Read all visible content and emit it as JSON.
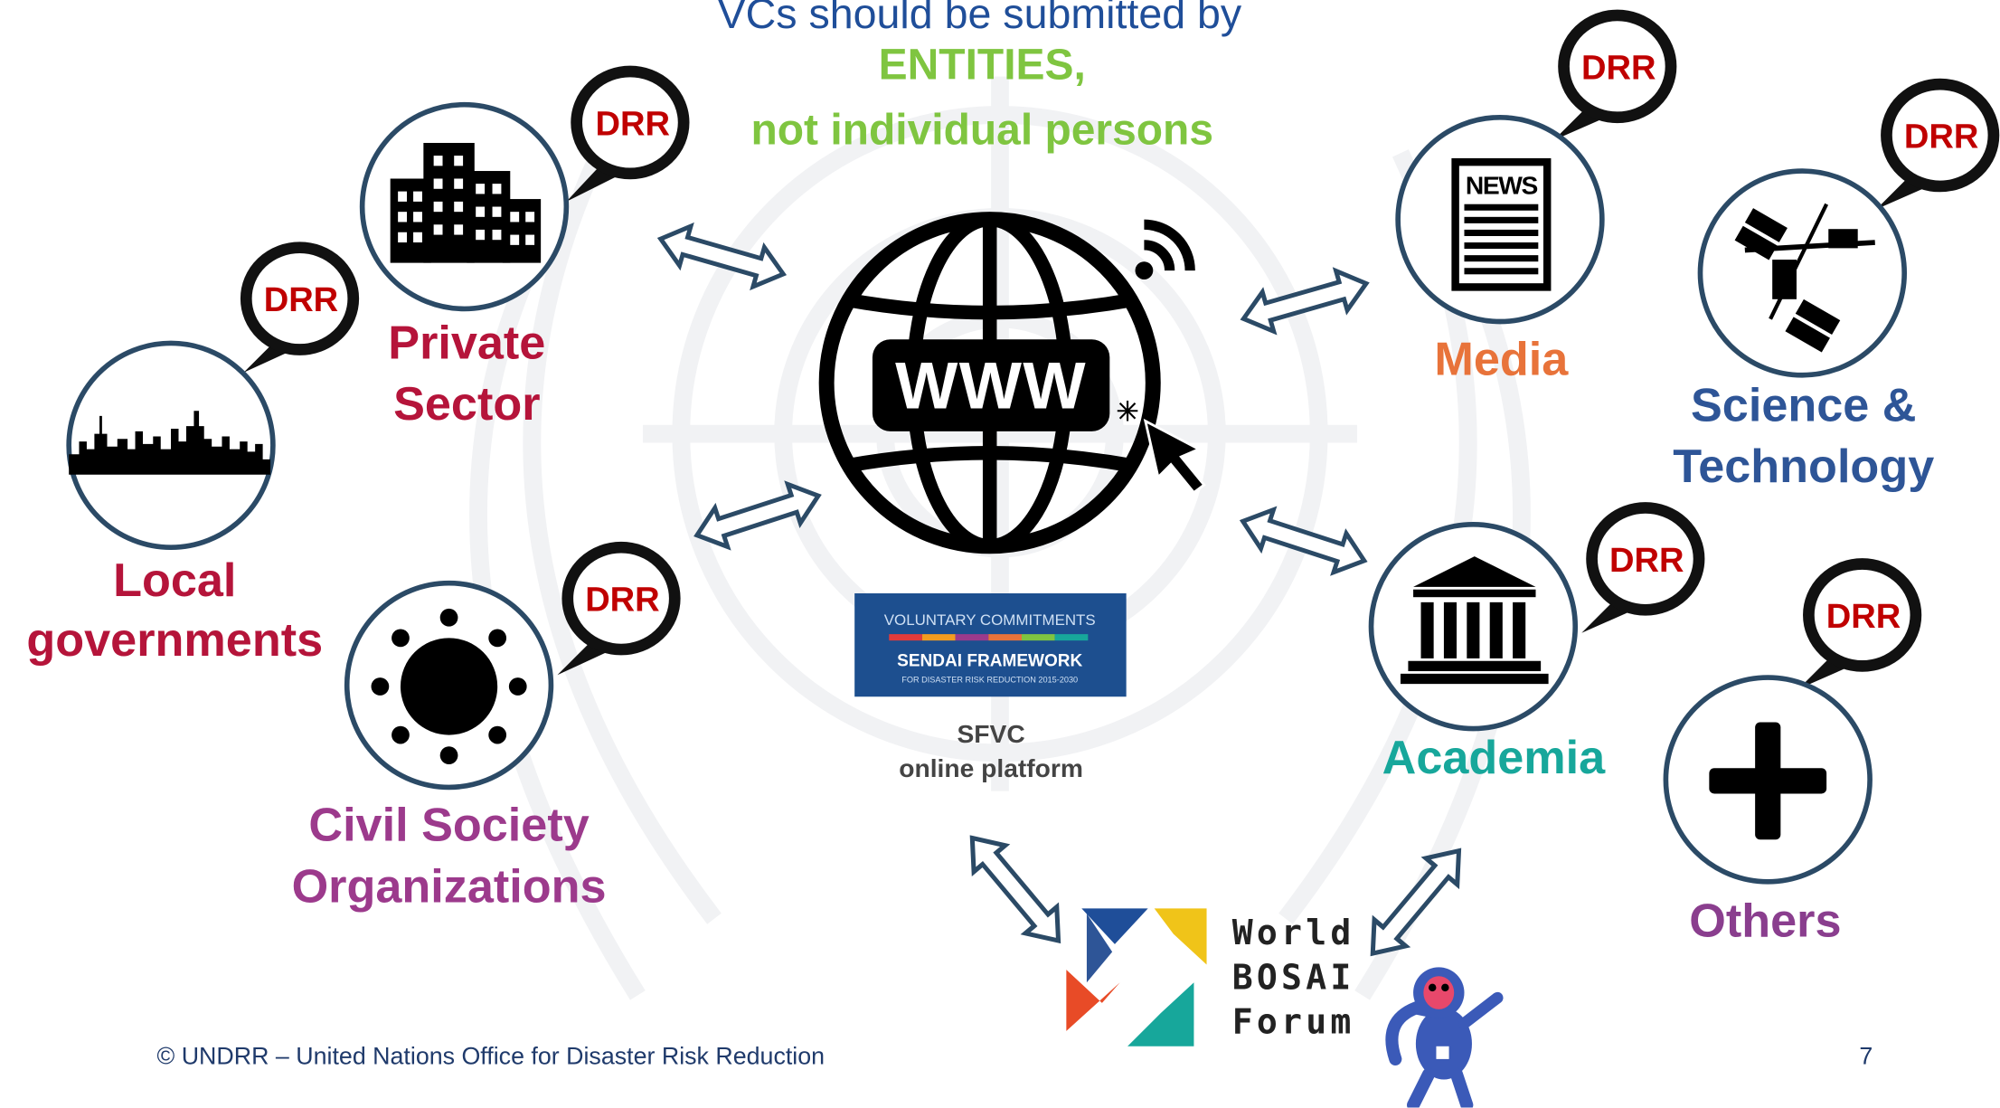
{
  "heading": {
    "line1": "VCs should be submitted by",
    "line2": "ENTITIES,",
    "line3": "not individual persons"
  },
  "bubble_label": "DRR",
  "stakeholders": {
    "private_sector": [
      "Private",
      "Sector"
    ],
    "local_governments": [
      "Local",
      "governments"
    ],
    "civil_society": [
      "Civil Society",
      "Organizations"
    ],
    "media": [
      "Media"
    ],
    "science_technology": [
      "Science &",
      "Technology"
    ],
    "academia": [
      "Academia"
    ],
    "others": [
      "Others"
    ]
  },
  "center": {
    "www_label": "WWW",
    "news_label": "NEWS",
    "vc_badge": {
      "line1": "VOLUNTARY COMMITMENTS",
      "line2": "SENDAI FRAMEWORK",
      "line3": "FOR DISASTER RISK REDUCTION 2015-2030"
    },
    "platform": [
      "SFVC",
      "online platform"
    ]
  },
  "bosai": [
    "World",
    "BOSAI",
    "Forum"
  ],
  "footer": {
    "copyright": "© UNDRR – United Nations Office for Disaster Risk Reduction",
    "page_number": "7"
  },
  "colors": {
    "heading_blue": "#1f4e99",
    "entity_green": "#7fc540",
    "drr_red": "#c00000",
    "private_red": "#b5143a",
    "civil_purple": "#9c3a8c",
    "media_orange": "#e8733a",
    "science_blue": "#2e5597",
    "academia_teal": "#17a79b",
    "others_purple": "#8a3e8e",
    "circle_stroke": "#2b4a66"
  }
}
